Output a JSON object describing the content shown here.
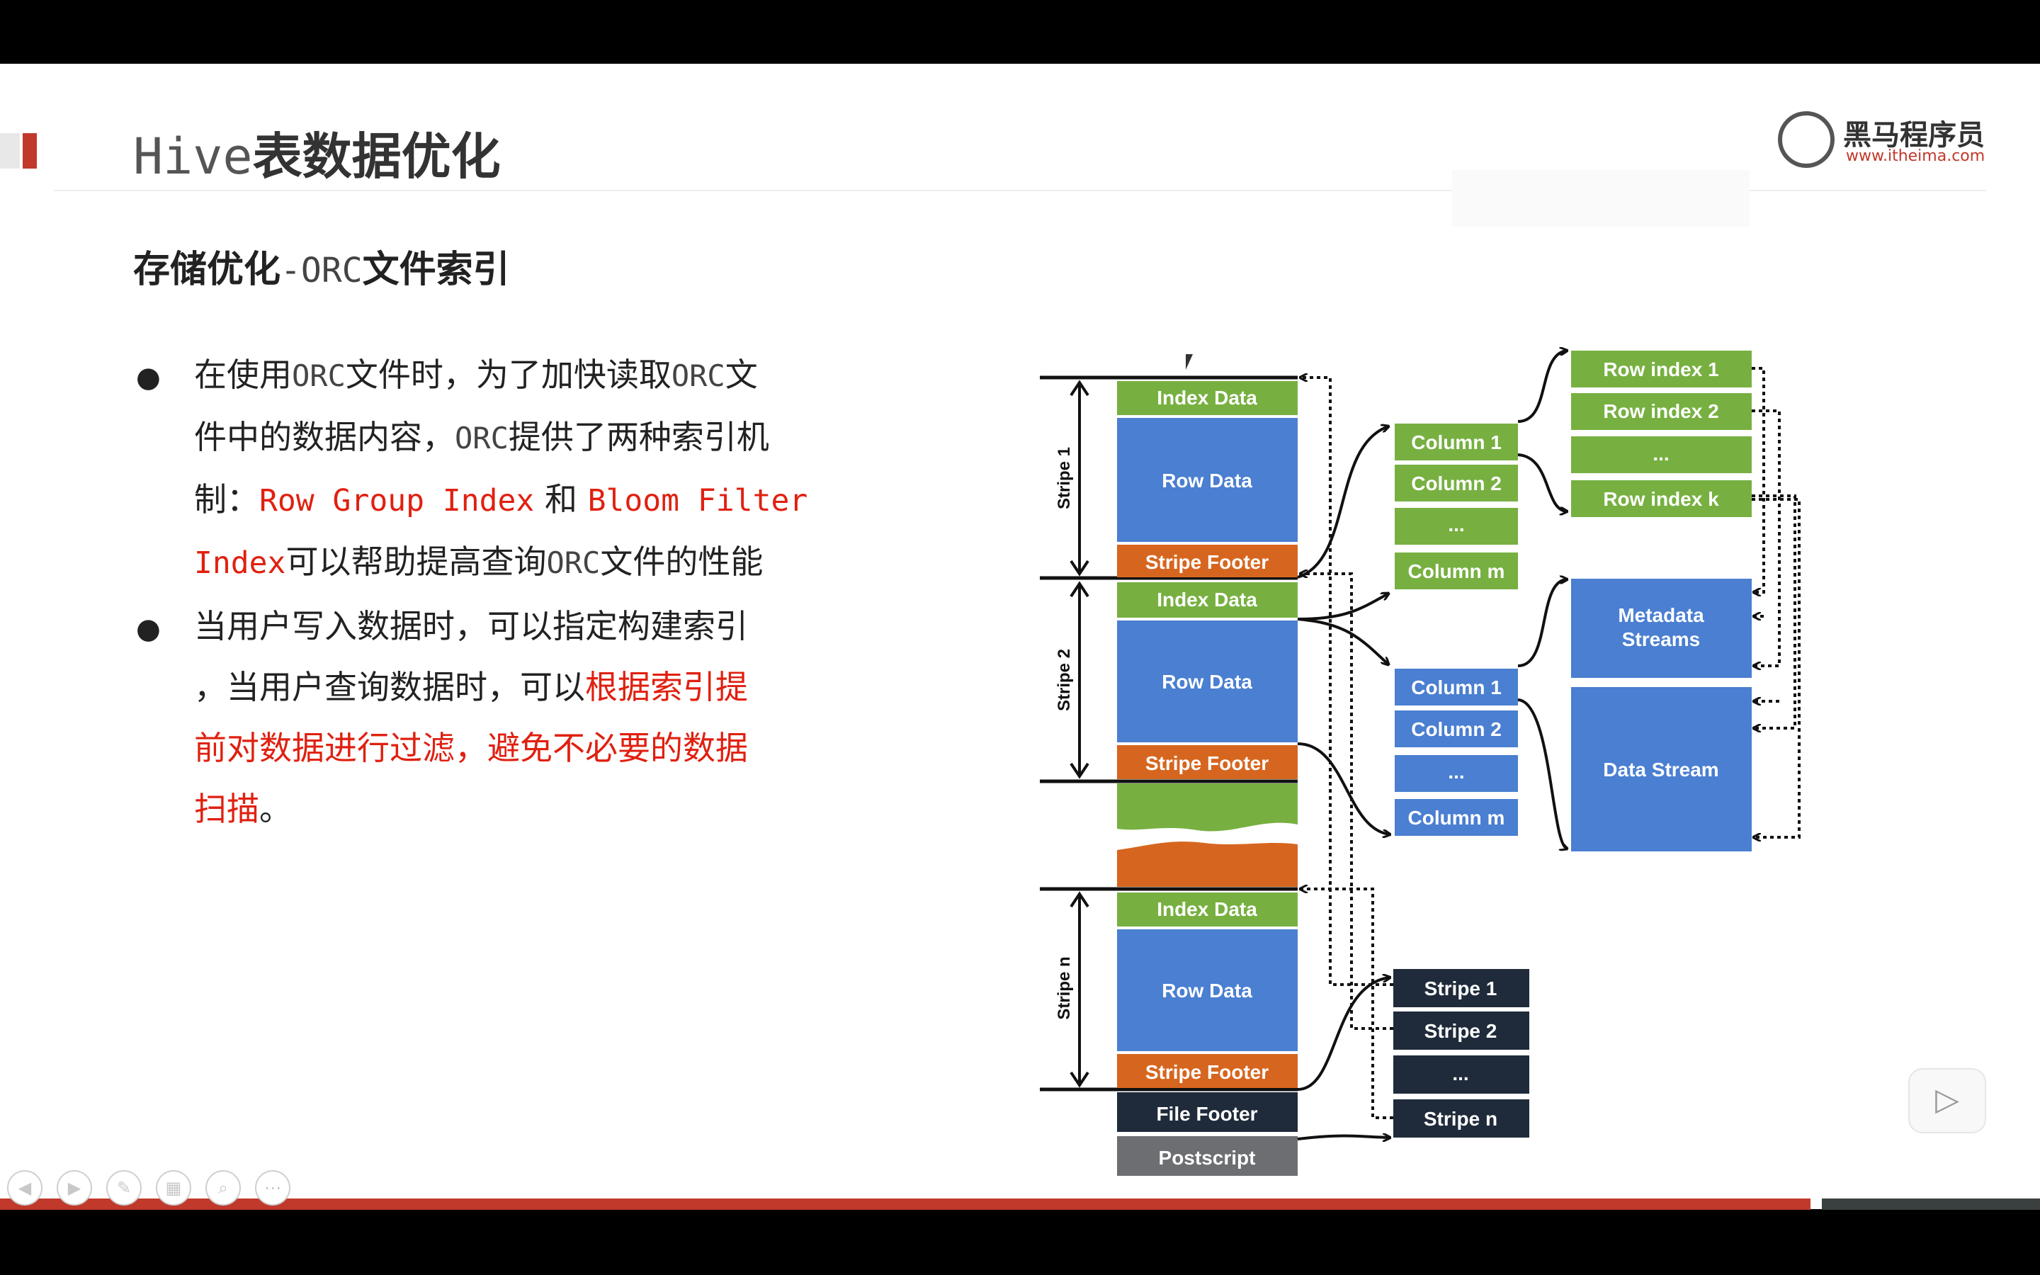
{
  "title": {
    "latin": "Hive",
    "cn": "表数据优化"
  },
  "logo": {
    "name": "黑马程序员",
    "url": "www.itheima.com"
  },
  "subtitle": {
    "part1": "存储优化",
    "part2": "-ORC",
    "part3": "文件索引"
  },
  "bullets": [
    {
      "lines": [
        [
          "在使用",
          "ORC",
          "文件时，为了加快读取",
          "ORC",
          "文"
        ],
        [
          "件中的数据内容，",
          "ORC",
          "提供了两种索引机"
        ],
        [
          "制：",
          "Row Group Index",
          " 和 ",
          "Bloom Filter"
        ],
        [
          "Index",
          "可以帮助提高查询",
          "ORC",
          "文件的性能"
        ]
      ]
    },
    {
      "lines": [
        [
          "当用户写入数据时，可以指定构建索引"
        ],
        [
          "，当用户查询数据时，可以",
          "根据索引提"
        ],
        [
          "前对数据进行过滤，避免不必要的数据"
        ],
        [
          "扫描",
          "。"
        ]
      ]
    }
  ],
  "diagram": {
    "stripes": [
      {
        "label": "Stripe 1",
        "index": "Index Data",
        "row": "Row Data",
        "footer": "Stripe Footer"
      },
      {
        "label": "Stripe 2",
        "index": "Index Data",
        "row": "Row Data",
        "footer": "Stripe Footer"
      },
      {
        "label": "Stripe n",
        "index": "Index Data",
        "row": "Row Data",
        "footer": "Stripe Footer"
      }
    ],
    "file_footer": "File Footer",
    "postscript": "Postscript",
    "columns_group1": [
      "Column 1",
      "Column 2",
      "...",
      "Column m"
    ],
    "columns_group2": [
      "Column 1",
      "Column 2",
      "...",
      "Column m"
    ],
    "row_indexes": [
      "Row index 1",
      "Row index 2",
      "...",
      "Row index k"
    ],
    "metadata_streams": "Metadata Streams",
    "data_stream": "Data Stream",
    "footer_stripes": [
      "Stripe 1",
      "Stripe 2",
      "...",
      "Stripe n"
    ]
  },
  "controls": {
    "prev_icon": "prev-icon",
    "next_icon": "next-icon",
    "pen_icon": "pen-icon",
    "slides_icon": "slides-icon",
    "zoom_icon": "zoom-icon",
    "more_icon": "more-icon",
    "play_icon": "play-icon"
  },
  "colors": {
    "green": "#77b041",
    "blue": "#4a7fd1",
    "orange": "#d6661f",
    "navy": "#1f2b3a",
    "gray": "#6d6e71",
    "accent_red": "#c0392b",
    "highlight_red": "#e02010"
  }
}
